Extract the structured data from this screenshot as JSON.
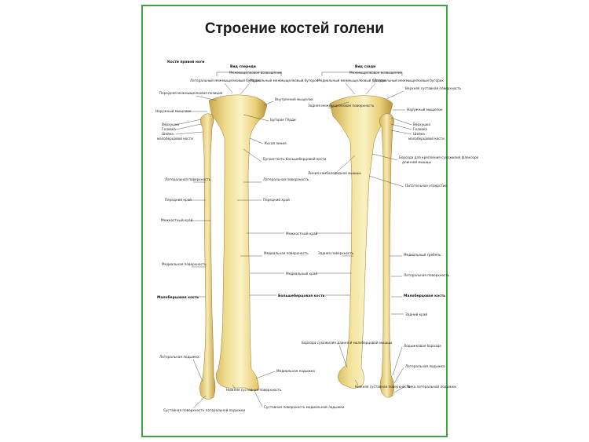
{
  "title": "Строение костей голени",
  "headers": {
    "main": "Кости правой ноги",
    "front": "Вид спереди",
    "back": "Вид сзади",
    "intercondylar_front": "Межмыщелковое возвышение",
    "intercondylar_back": "Межмыщелковое возвышение"
  },
  "labels_front_left": {
    "lat_tubercle": "Латеральный межмыщелковый бугорок",
    "post_field": "Передняя межмыщелковая позиция",
    "ext_condyle": "Наружный мыщелок",
    "apex": "Верхушка",
    "head": "Головка",
    "neck": "Шейка",
    "fibula_bone": "малоберцовой кости",
    "lat_surface": "Латеральная поверхность",
    "ant_margin": "Передний край",
    "interosseous": "Межкостный край",
    "med_surface": "Медиальная поверхность",
    "fibula": "Малоберцовая кость",
    "lat_malleolus": "Латеральная лодыжка",
    "art_surface_lat": "Суставная поверхность латеральной лодыжки"
  },
  "labels_front_right": {
    "med_tubercle": "Медиальный межмыщелковый бугорок",
    "int_condyle": "Внутренний мыщелок",
    "gerdy": "Бугорок Гёрди",
    "oblique": "Косая линия",
    "tuberosity": "Бугристость большеберцовой кости",
    "lat_surface": "Латеральная поверхность",
    "ant_margin": "Передний край"
  },
  "labels_center": {
    "interosseous": "Межкостный край",
    "med_surface": "Медиальная поверхность",
    "med_margin": "Медиальный край",
    "tibia": "Большеберцовая кость",
    "med_malleolus": "Медиальная лодыжка",
    "inf_art": "Нижняя суставная поверхность",
    "art_surface_med": "Суставная поверхность медиальной лодыжки"
  },
  "labels_back_left": {
    "med_tubercle": "Медиальный межмыщелковый бугорок",
    "post_field": "Задняя межмыщелковая поверхность",
    "soleus": "Линия камбаловидной мышцы",
    "post_surface": "Задняя поверхность",
    "groove": "Борозда сухожилия длинной малоберцовой мышцы",
    "inf_art": "Нижняя суставная поверхность"
  },
  "labels_back_right": {
    "lat_tubercle": "Латеральный межмыщелковый бугорок",
    "sup_art": "Верхняя суставная поверхность",
    "ext_condyle": "Наружный мыщелок",
    "apex": "Верхушка",
    "head": "Головка",
    "neck": "Шейка",
    "fibula_bone": "малоберцовой кости",
    "groove_tendon": "Борозда для крепления сухожилия флексора",
    "flexor": "длинной мышцы",
    "nutrient": "Питательное отверстие",
    "med_crest": "Медиальный гребень",
    "lat_surface": "Латеральная поверхность",
    "fibula": "Малоберцовая кость",
    "post_margin": "Задний край",
    "malleolar_groove": "Лодыжковая борозда",
    "lat_malleolus": "Латеральная лодыжка",
    "fossa": "Ямка латеральной лодыжки"
  },
  "colors": {
    "border": "#3ea043",
    "bone_light": "#f4e7a6",
    "bone_mid": "#e6cf6e",
    "bone_dark": "#b8953a"
  }
}
